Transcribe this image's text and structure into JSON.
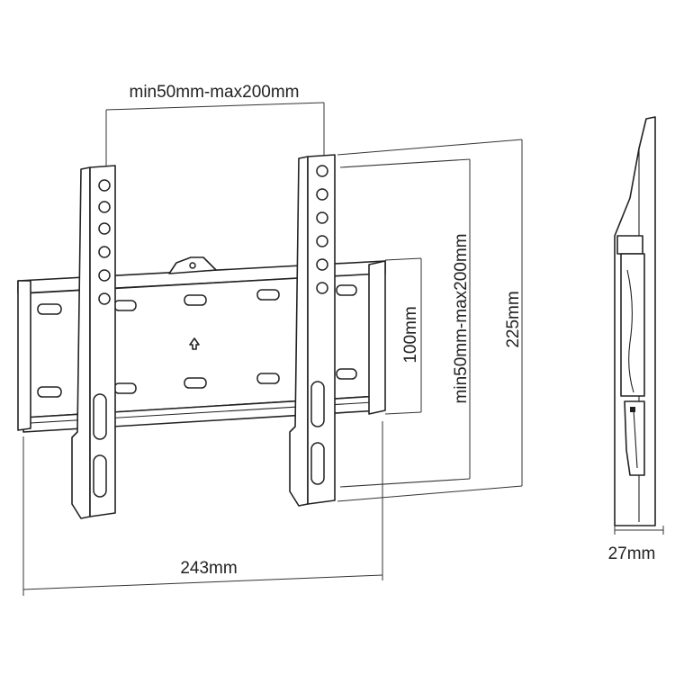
{
  "dimensions": {
    "vesa_horizontal": "min50mm-max200mm",
    "vesa_vertical": "min50mm-max200mm",
    "plate_height": "100mm",
    "arm_height": "225mm",
    "plate_width": "243mm",
    "depth": "27mm"
  },
  "colors": {
    "line": "#222222",
    "background": "#ffffff"
  },
  "icons": {
    "center_mark": "up-arrow-icon"
  }
}
